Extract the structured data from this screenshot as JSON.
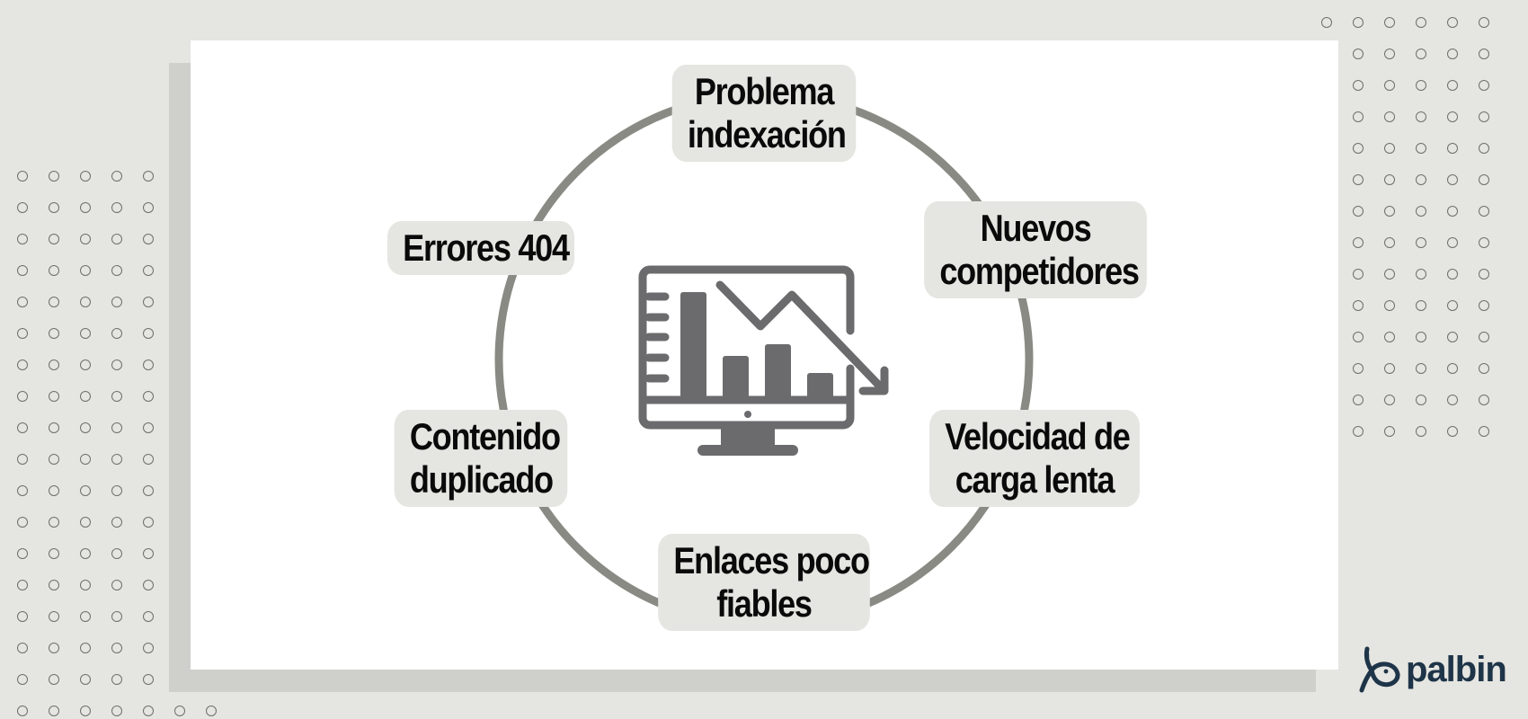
{
  "diagram": {
    "center_icon": "monitor-declining-chart-icon",
    "labels": [
      {
        "id": "indexacion",
        "lines": [
          "Problema",
          "indexación"
        ]
      },
      {
        "id": "competidores",
        "lines": [
          "Nuevos",
          "competidores"
        ]
      },
      {
        "id": "velocidad",
        "lines": [
          "Velocidad de",
          "carga lenta"
        ]
      },
      {
        "id": "enlaces",
        "lines": [
          "Enlaces poco",
          "fiables"
        ]
      },
      {
        "id": "duplicado",
        "lines": [
          "Contenido",
          "duplicado"
        ]
      },
      {
        "id": "errores",
        "lines": [
          "Errores 404"
        ]
      }
    ]
  },
  "brand": {
    "name": "palbin",
    "logo_icon": "palbin-fish-logo-icon"
  },
  "colors": {
    "background": "#e5e5e1",
    "card": "#ffffff",
    "shadow": "#cfcfcb",
    "ring": "#8a8a84",
    "pill": "#e5e5e1",
    "icon": "#6b6b6d",
    "text": "#0a0a0a",
    "brand": "#1e3448"
  }
}
